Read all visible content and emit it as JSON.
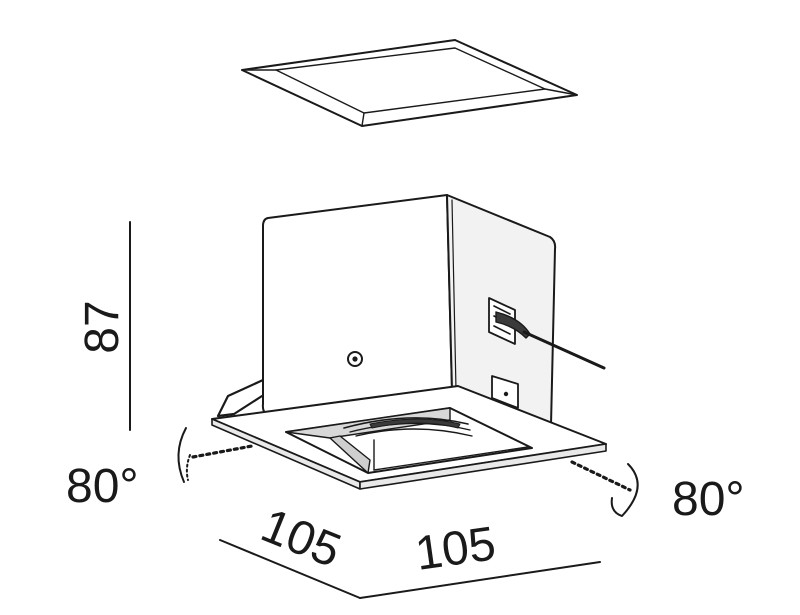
{
  "dimensions": {
    "height": "87",
    "depth": "105",
    "width": "105",
    "tilt_left": "80°",
    "tilt_right": "80°"
  },
  "colors": {
    "stroke": "#1a1a1a",
    "face_light": "#ffffff",
    "face_shade": "#e9e9e9",
    "recess_shade": "#d8d8d8"
  }
}
